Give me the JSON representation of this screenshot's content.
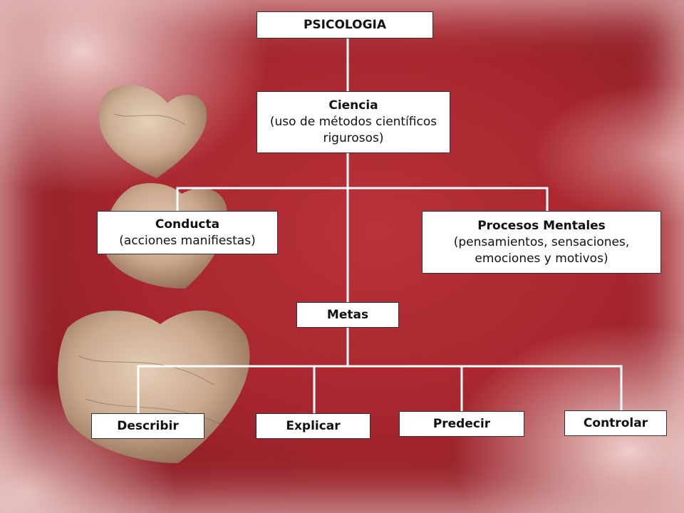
{
  "diagram": {
    "root": {
      "title": "PSICOLOGIA"
    },
    "science": {
      "title": "Ciencia",
      "subtitle": "(uso de métodos científicos rigurosos)"
    },
    "behavior": {
      "title": "Conducta",
      "subtitle": "(acciones manifiestas)"
    },
    "mental": {
      "title": "Procesos Mentales",
      "subtitle": "(pensamientos, sensaciones, emociones y motivos)"
    },
    "goals": {
      "title": "Metas"
    },
    "goal_items": [
      "Describir",
      "Explicar",
      "Predecir",
      "Controlar"
    ]
  },
  "colors": {
    "background": "#a8262f",
    "box_fill": "#ffffff",
    "connector": "#ffffff",
    "text": "#111111"
  }
}
